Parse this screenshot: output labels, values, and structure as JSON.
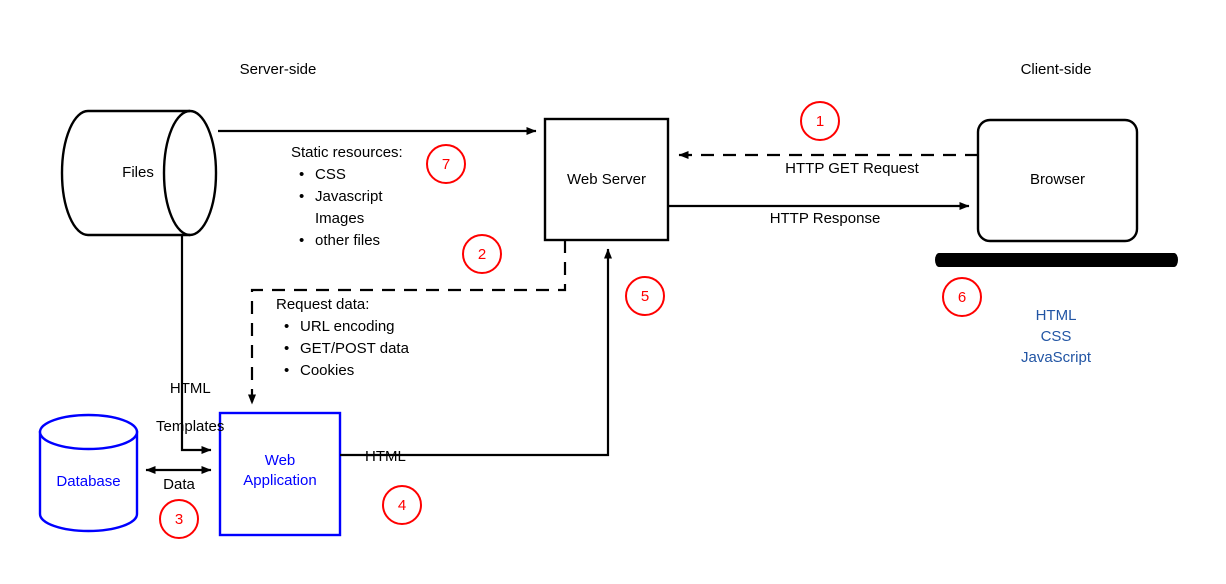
{
  "diagram": {
    "title_labels": {
      "server_side": "Server-side",
      "client_side": "Client-side"
    },
    "nodes": {
      "files": {
        "label": "Files",
        "shape": "cylinder-horizontal",
        "color": "#000000"
      },
      "web_server": {
        "label": "Web Server",
        "shape": "rect",
        "color": "#000000"
      },
      "browser": {
        "label": "Browser",
        "shape": "rounded-rect",
        "color": "#000000"
      },
      "database": {
        "label": "Database",
        "shape": "cylinder-vertical",
        "color": "#0000ff"
      },
      "web_application": {
        "label_line1": "Web",
        "label_line2": "Application",
        "shape": "rect",
        "color": "#0000ff"
      }
    },
    "edge_labels": {
      "http_get_request": "HTTP GET Request",
      "http_response": "HTTP Response",
      "html": "HTML",
      "data": "Data",
      "html_templates_line1": "HTML",
      "html_templates_line2": "Templates"
    },
    "annotations": {
      "static_resources": {
        "heading": "Static resources:",
        "items": [
          {
            "text": "CSS",
            "bullet": true
          },
          {
            "text": "Javascript",
            "bullet": true
          },
          {
            "text": "Images",
            "bullet": false
          },
          {
            "text": "other files",
            "bullet": true
          }
        ]
      },
      "request_data": {
        "heading": "Request data:",
        "items": [
          {
            "text": "URL encoding",
            "bullet": true
          },
          {
            "text": "GET/POST data",
            "bullet": true
          },
          {
            "text": "Cookies",
            "bullet": true
          }
        ]
      }
    },
    "client_technologies": {
      "line1": "HTML",
      "line2": "CSS",
      "line3": "JavaScript",
      "color": "#2255a4"
    },
    "step_badges": [
      {
        "number": "1"
      },
      {
        "number": "2"
      },
      {
        "number": "3"
      },
      {
        "number": "4"
      },
      {
        "number": "5"
      },
      {
        "number": "6"
      },
      {
        "number": "7"
      }
    ],
    "colors": {
      "stroke": "#000000",
      "blue": "#0000ff",
      "badge": "#ff0000",
      "client_text": "#2255a4"
    }
  }
}
